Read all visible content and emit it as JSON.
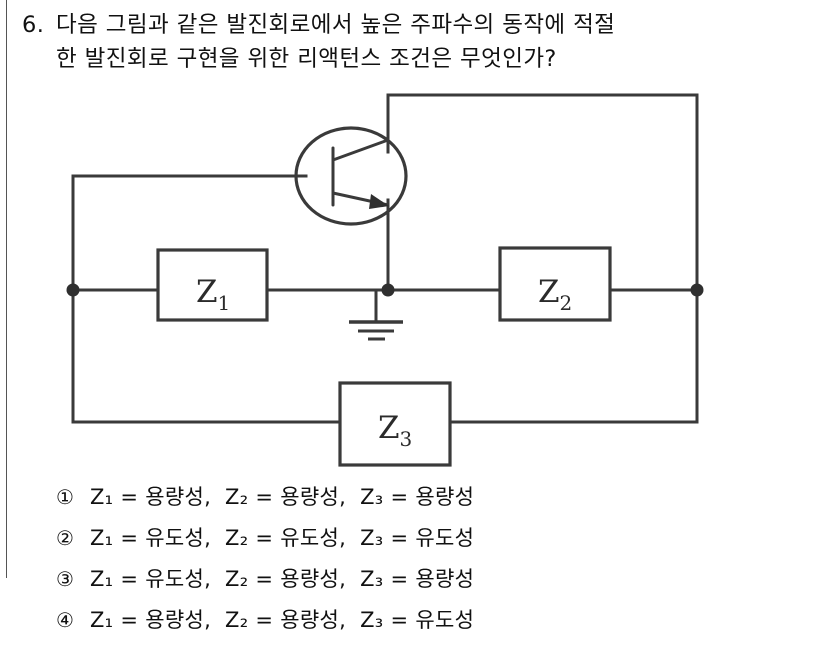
{
  "question": {
    "number": "6.",
    "line1": "다음 그림과 같은 발진회로에서 높은 주파수의 동작에 적절",
    "line2": "한 발진회로 구현을 위한 리액턴스 조건은 무엇인가?"
  },
  "figure": {
    "type": "oscillator-circuit-schematic",
    "transistor": "npn-bjt",
    "ground_label": "ground",
    "impedances": [
      {
        "name": "Z1",
        "base": "Z",
        "sub": "1"
      },
      {
        "name": "Z2",
        "base": "Z",
        "sub": "2"
      },
      {
        "name": "Z3",
        "base": "Z",
        "sub": "3"
      }
    ]
  },
  "options": [
    {
      "marker": "①",
      "text": "Z₁ = 용량성,  Z₂ = 용량성,  Z₃ = 용량성",
      "values": [
        "용량성",
        "용량성",
        "용량성"
      ]
    },
    {
      "marker": "②",
      "text": "Z₁ = 유도성,  Z₂ = 유도성,  Z₃ = 유도성",
      "values": [
        "유도성",
        "유도성",
        "유도성"
      ]
    },
    {
      "marker": "③",
      "text": "Z₁ = 유도성,  Z₂ = 용량성,  Z₃ = 용량성",
      "values": [
        "유도성",
        "용량성",
        "용량성"
      ]
    },
    {
      "marker": "④",
      "text": "Z₁ = 용량성,  Z₂ = 용량성,  Z₃ = 유도성",
      "values": [
        "용량성",
        "용량성",
        "유도성"
      ]
    }
  ],
  "colors": {
    "ink": "#3a3a3a",
    "text": "#111111",
    "paper": "#ffffff"
  }
}
